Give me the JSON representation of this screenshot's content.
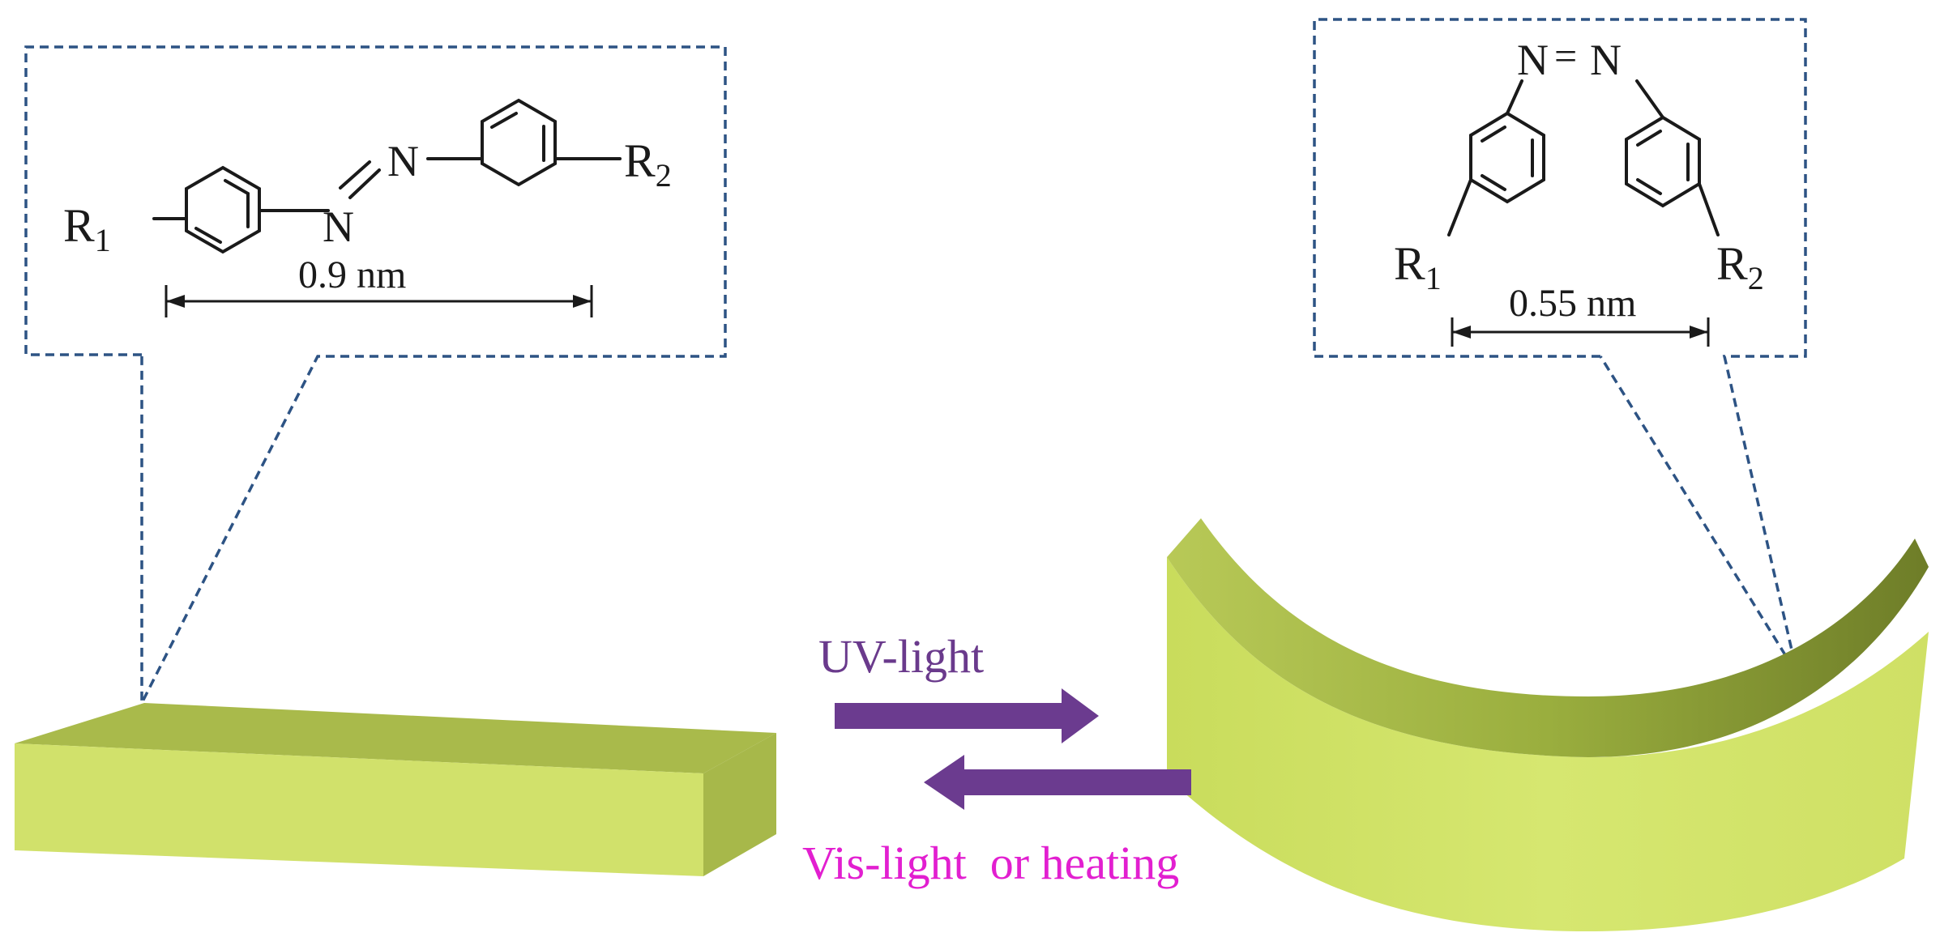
{
  "trans_molecule": {
    "r1": "R",
    "r1_sub": "1",
    "r2": "R",
    "r2_sub": "2",
    "n_left": "N",
    "n_right": "N",
    "length": "0.9 nm"
  },
  "cis_molecule": {
    "r1": "R",
    "r1_sub": "1",
    "r2": "R",
    "r2_sub": "2",
    "n_left": "N",
    "n_right": "N",
    "double_bond": "=",
    "length": "0.55 nm"
  },
  "arrows": {
    "forward_label": "UV-light",
    "reverse_label": "Vis-light  or heating"
  },
  "colors": {
    "callout_border": "#2d5384",
    "arrow_fill": "#6b3b8f",
    "uv_text": "#6a3a8c",
    "vis_text": "#e21fd0",
    "film_top": "#a8b94a",
    "film_front": "#d0e06a",
    "film_side": "#9aab3e",
    "bond": "#1a1a1a"
  }
}
